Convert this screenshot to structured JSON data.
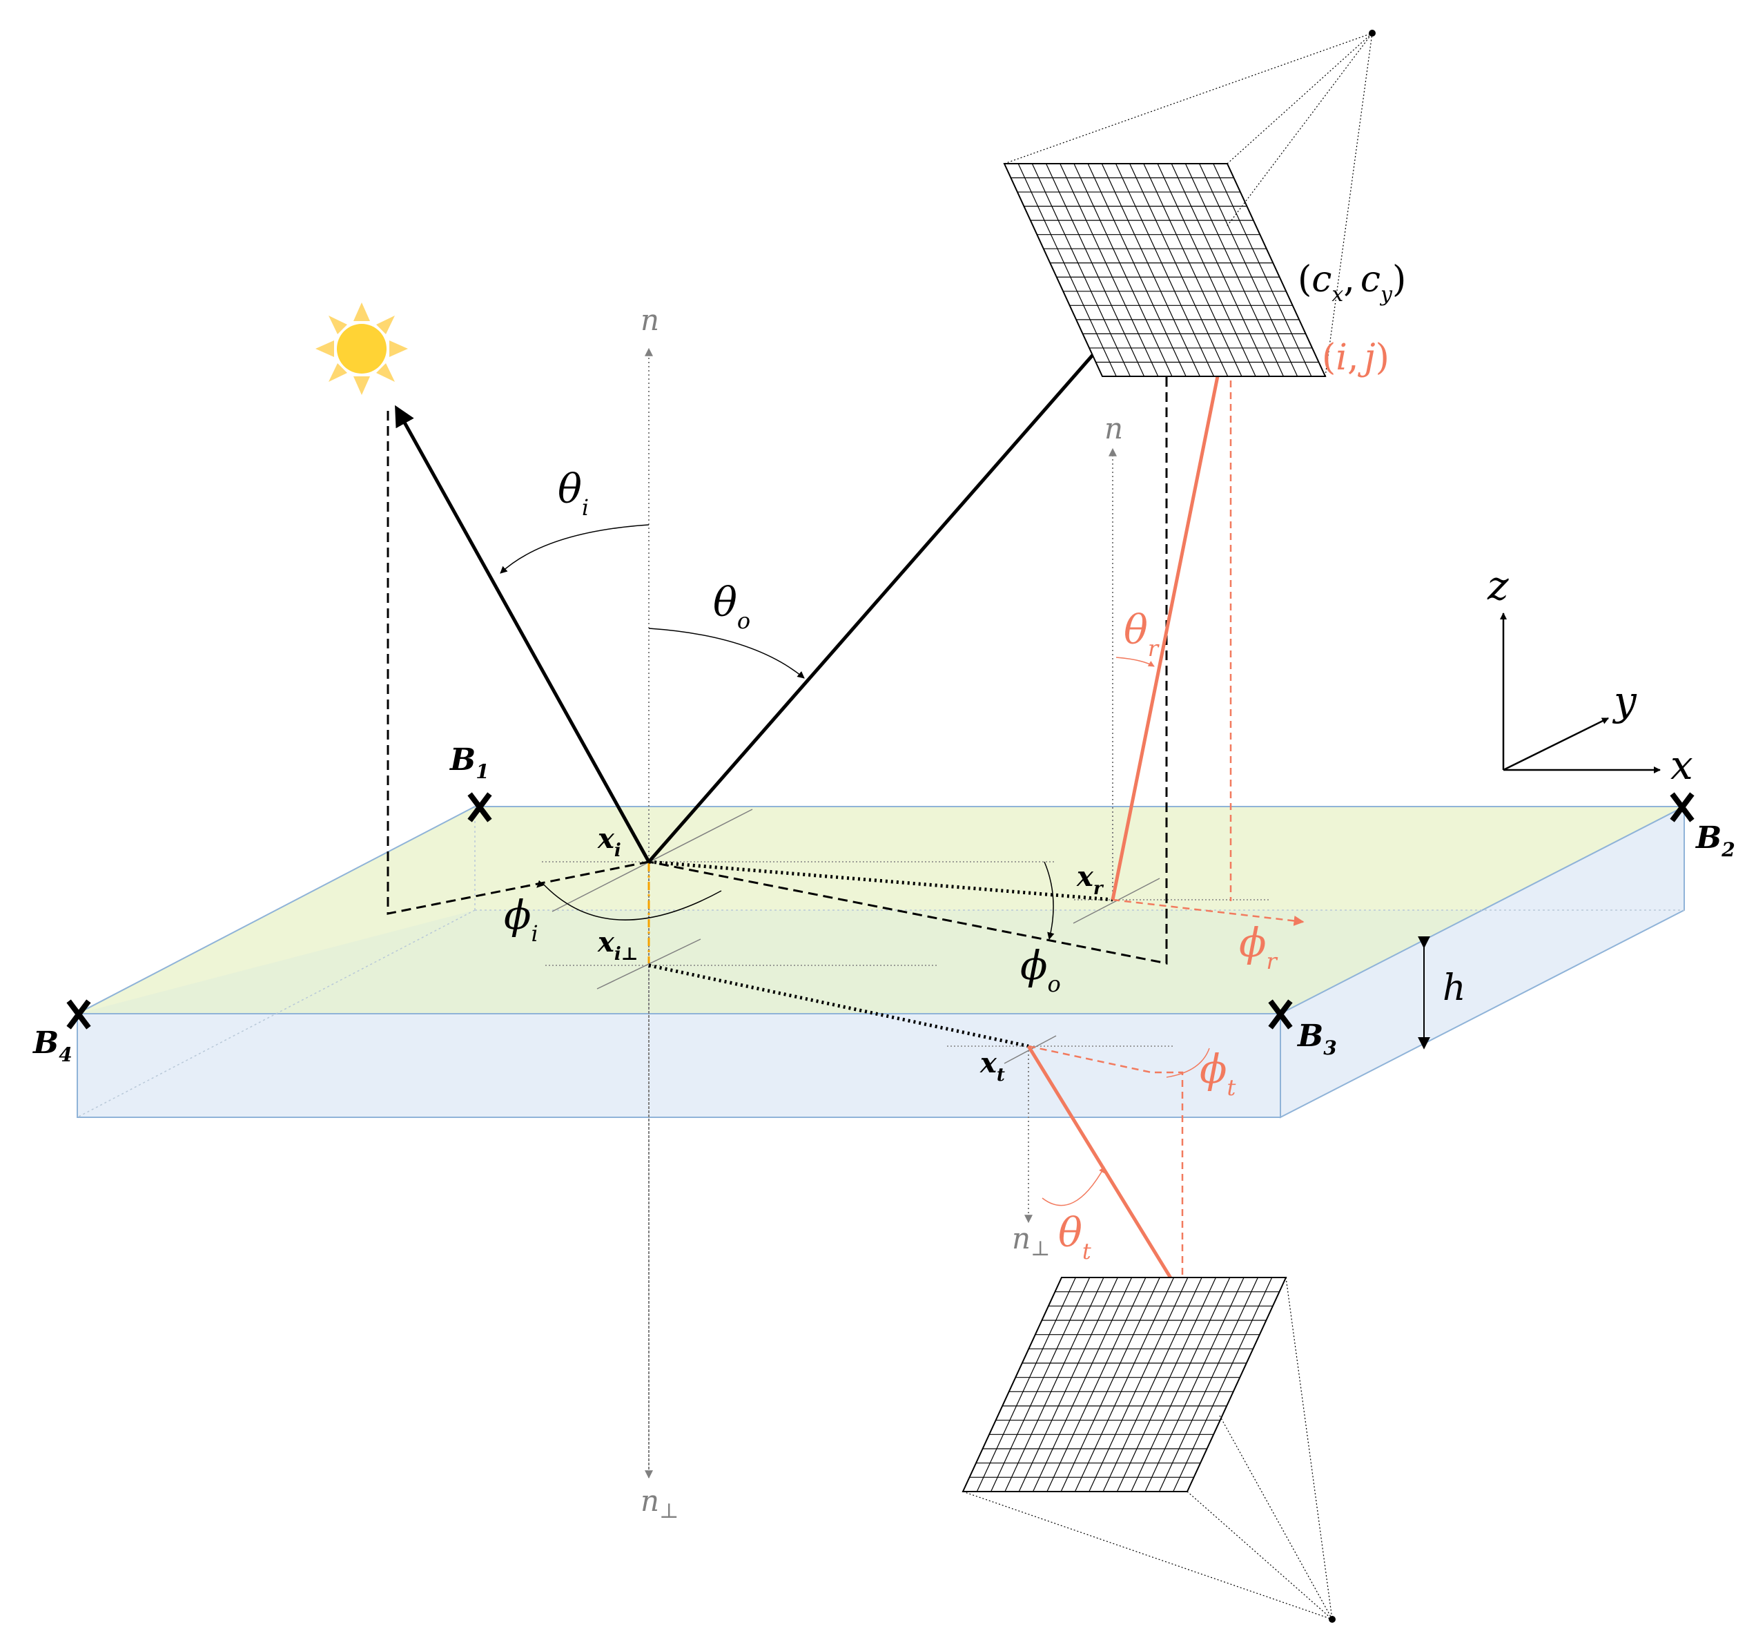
{
  "colors": {
    "accent": "#f27a5e",
    "black": "#000000",
    "gray": "#808080",
    "sun": "#ffd335",
    "sun_ray": "#ffd870",
    "top_surface": "#eef5d6",
    "bottom_surface": "#e6eef8",
    "edge": "#8fb3d8",
    "orange_dash": "#f5a200"
  },
  "icons": {
    "sun": "sun-icon",
    "corner_marker": "x-mark-icon"
  },
  "labels": {
    "n_top": "n",
    "n_right": "n",
    "n_perp_center": "n⊥",
    "n_perp_right": "n⊥",
    "theta_i": "θi",
    "theta_o": "θo",
    "theta_r": "θr",
    "theta_t": "θt",
    "phi_i": "ϕi",
    "phi_o": "ϕo",
    "phi_r": "ϕr",
    "phi_t": "ϕt",
    "x_i": "xi",
    "x_r": "xr",
    "x_t": "xt",
    "x_i_perp": "xi⊥",
    "B1": "B1",
    "B2": "B2",
    "B3": "B3",
    "B4": "B4",
    "h": "h",
    "cxcy": "(cx, cy)",
    "ij": "(i, j)",
    "axis_x": "x",
    "axis_y": "y",
    "axis_z": "z",
    "marker": "X"
  },
  "text": {
    "n": "n",
    "perp": "⊥",
    "theta": "θ",
    "phi": "ϕ",
    "x": "x",
    "B": "B",
    "sub_i": "i",
    "sub_o": "o",
    "sub_r": "r",
    "sub_t": "t",
    "sub_1": "1",
    "sub_2": "2",
    "sub_3": "3",
    "sub_4": "4",
    "sub_x": "x",
    "sub_y": "y",
    "c": "c",
    "open_paren": "(",
    "close_paren": ")",
    "comma": ",",
    "i": "i",
    "j": "j"
  }
}
